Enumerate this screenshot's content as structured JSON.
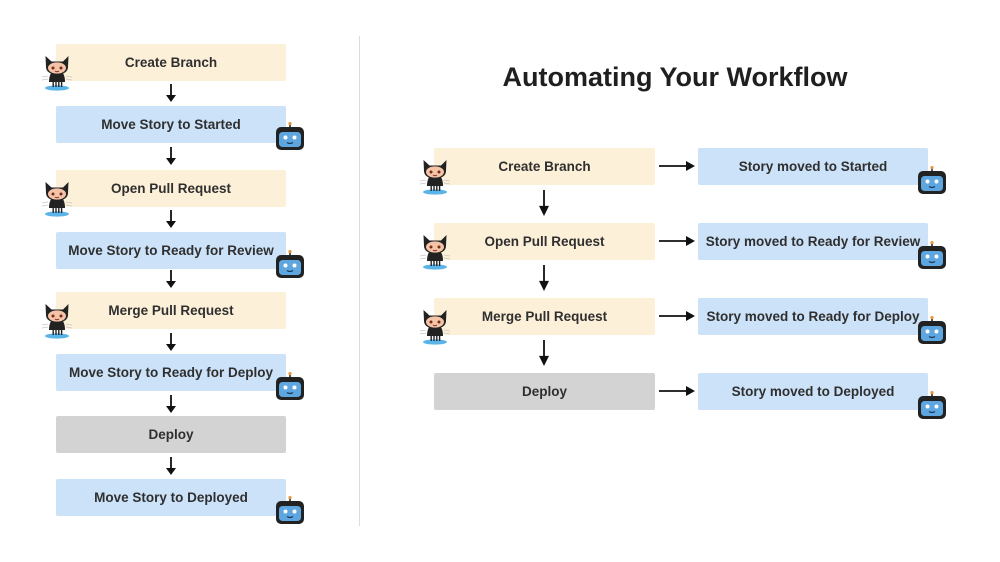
{
  "title": "Automating Your Workflow",
  "left_flow": [
    {
      "label": "Create Branch",
      "kind": "github"
    },
    {
      "label": "Move Story to Started",
      "kind": "clubhouse"
    },
    {
      "label": "Open Pull Request",
      "kind": "github"
    },
    {
      "label": "Move Story to Ready for Review",
      "kind": "clubhouse"
    },
    {
      "label": "Merge Pull Request",
      "kind": "github"
    },
    {
      "label": "Move Story to Ready for Deploy",
      "kind": "clubhouse"
    },
    {
      "label": "Deploy",
      "kind": "deploy"
    },
    {
      "label": "Move Story to Deployed",
      "kind": "clubhouse"
    }
  ],
  "right_flow": [
    {
      "action": "Create Branch",
      "result": "Story moved to Started",
      "kind": "github"
    },
    {
      "action": "Open Pull Request",
      "result": "Story moved to Ready for Review",
      "kind": "github"
    },
    {
      "action": "Merge Pull Request",
      "result": "Story moved to Ready for Deploy",
      "kind": "github"
    },
    {
      "action": "Deploy",
      "result": "Story moved to Deployed",
      "kind": "deploy"
    }
  ],
  "colors": {
    "github_box": "#fdf0d8",
    "clubhouse_box": "#cce2f8",
    "deploy_box": "#d3d3d3",
    "robot_face": "#5ea6df"
  },
  "icons": {
    "github_step": "octocat-icon",
    "story_update": "robot-icon",
    "down_arrow": "arrow-down-icon",
    "right_arrow": "arrow-right-icon"
  }
}
